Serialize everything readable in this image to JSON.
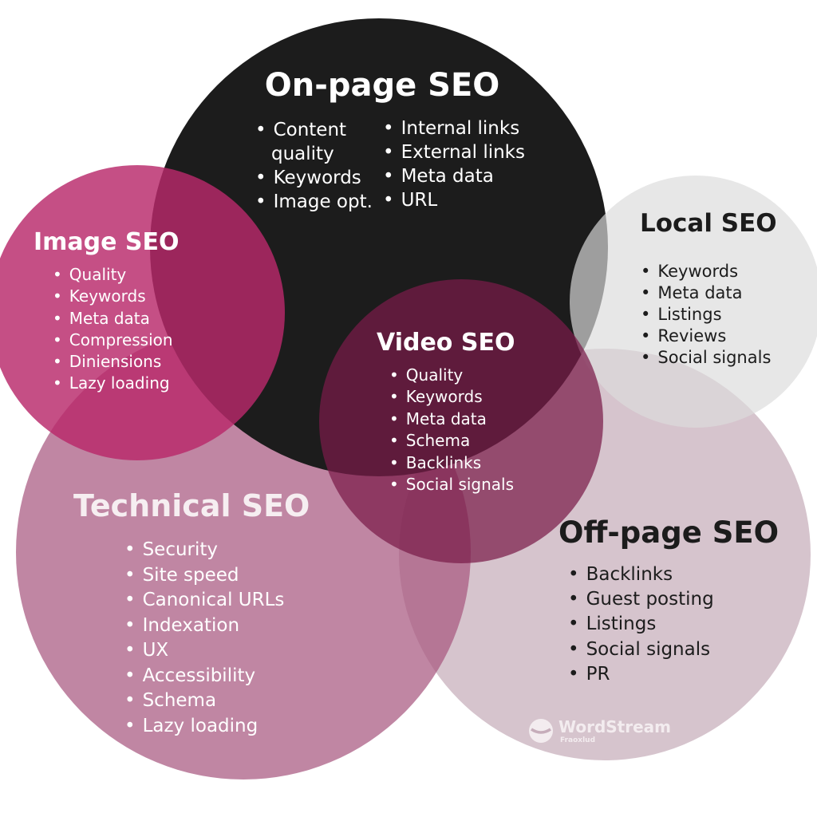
{
  "sets": [
    {
      "id": "onpage",
      "title": "On-page SEO",
      "items_left": [
        "Content quality",
        "Keywords",
        "Image opt."
      ],
      "items_right": [
        "Internal links",
        "External links",
        "Meta data",
        "URL"
      ],
      "color": "#1c1c1c"
    },
    {
      "id": "image",
      "title": "Image SEO",
      "items": [
        "Quality",
        "Keywords",
        "Meta data",
        "Compression",
        "Diniensions",
        "Lazy loading"
      ],
      "color": "#b33a78"
    },
    {
      "id": "local",
      "title": "Local SEO",
      "items": [
        "Keywords",
        "Meta data",
        "Listings",
        "Reviews",
        "Social signals"
      ],
      "color": "#e6e3e4"
    },
    {
      "id": "video",
      "title": "Video SEO",
      "items": [
        "Quality",
        "Keywords",
        "Meta data",
        "Schema",
        "Backlinks",
        "Social signals"
      ],
      "color": "#7d1f4c"
    },
    {
      "id": "technical",
      "title": "Technical SEO",
      "items": [
        "Security",
        "Site speed",
        "Canonical URLs",
        "Indexation",
        "UX",
        "Accessibility",
        "Schema",
        "Lazy loading"
      ],
      "color": "#b06888"
    },
    {
      "id": "offpage",
      "title": "Off-page SEO",
      "items": [
        "Backlinks",
        "Guest posting",
        "Listings",
        "Social signals",
        "PR"
      ],
      "color": "#c9b4bf"
    }
  ],
  "logo": {
    "name": "WordStream",
    "subtitle": "Fraoxlud",
    "icon": "wordstream-logo-icon"
  }
}
